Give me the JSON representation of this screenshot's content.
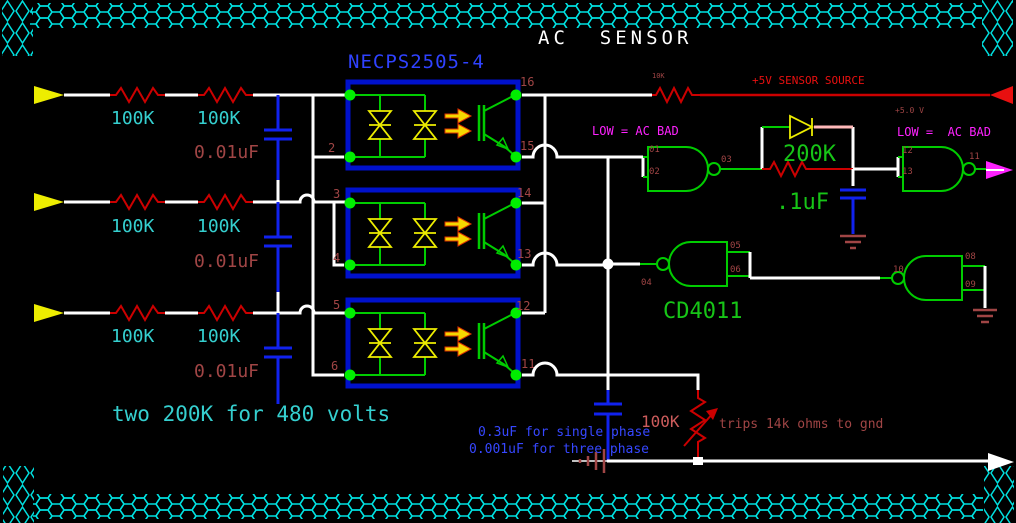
{
  "title": "AC  SENSOR",
  "optocoupler": {
    "part_label": "NECPS2505-4"
  },
  "phase_rows": [
    {
      "res1": "100K",
      "res2": "100K",
      "cap": "0.01uF",
      "pin_in_bottom": "2",
      "pin_out_top": "16",
      "pin_out_bottom": "15"
    },
    {
      "res1": "100K",
      "res2": "100K",
      "cap": "0.01uF",
      "pin_in_top": "3",
      "pin_in_bottom": "4",
      "pin_out_top": "14",
      "pin_out_bottom": "13"
    },
    {
      "res1": "100K",
      "res2": "100K",
      "cap": "0.01uF",
      "pin_in_top": "5",
      "pin_in_bottom": "6",
      "pin_out_top": "12",
      "pin_out_bottom": "11"
    }
  ],
  "power_rail": {
    "label": "+5V SENSOR SOURCE",
    "resistor_value": "10K"
  },
  "nand_ic": {
    "name": "CD4011"
  },
  "gate_a": {
    "pin_in1": "01",
    "pin_in2": "02",
    "pin_out": "03",
    "status_note": "LOW = AC BAD"
  },
  "gate_b": {
    "pin_in1": "12",
    "pin_in2": "13",
    "pin_out": "11",
    "status_note": "LOW =  AC BAD",
    "supply_note": "+5.0 V"
  },
  "gate_c": {
    "pin_out": "04",
    "pin_in1": "05",
    "pin_in2": "06"
  },
  "gate_d": {
    "pin_out": "10",
    "pin_in1": "08",
    "pin_in2": "09"
  },
  "feedback": {
    "resistor": "200K",
    "capacitor": ".1uF"
  },
  "notes": {
    "voltage_note": "two 200K for 480 volts",
    "cap_single_phase": "0.3uF for single phase",
    "cap_three_phase": "0.001uF for three phase",
    "pot_value": "100K",
    "pot_note": "trips 14k ohms to gnd"
  },
  "colors": {
    "background": "#000000",
    "wire": "#ffffff",
    "resistor": "#cc0000",
    "capacitor": "#1122ee",
    "opto_box": "#0011cc",
    "gate_green": "#00cc00",
    "label_cyan": "#35cfcf",
    "label_darkred": "#a04545",
    "label_magenta": "#ff22ff",
    "label_blue": "#3647ff",
    "label_red": "#e81010",
    "border_mesh": "#00e0e0",
    "input_arrow": "#eded00"
  }
}
